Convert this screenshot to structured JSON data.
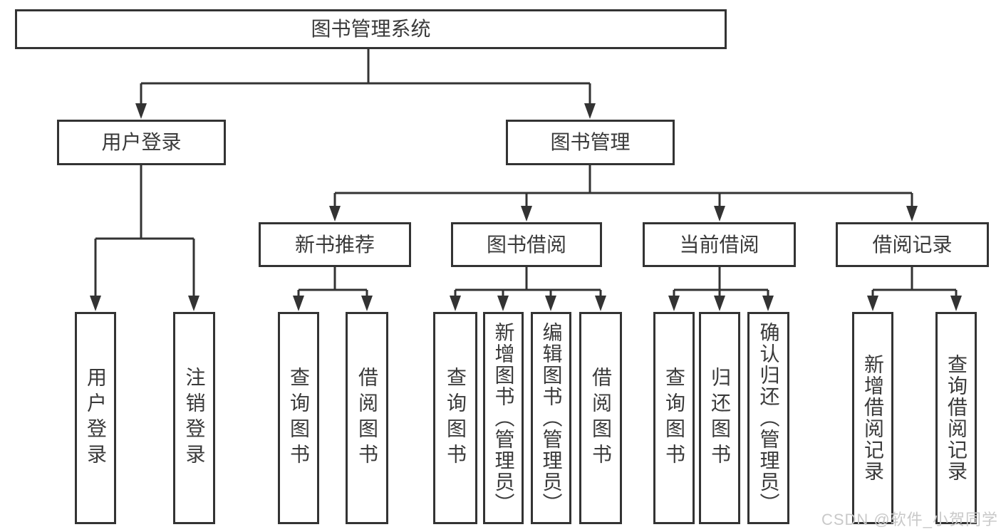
{
  "diagram": {
    "type": "hierarchy-tree",
    "root": {
      "label": "图书管理系统",
      "children": [
        {
          "label": "用户登录",
          "children": [
            {
              "label": "用户登录"
            },
            {
              "label": "注销登录"
            }
          ]
        },
        {
          "label": "图书管理",
          "children": [
            {
              "label": "新书推荐",
              "children": [
                {
                  "label": "查询图书"
                },
                {
                  "label": "借阅图书"
                }
              ]
            },
            {
              "label": "图书借阅",
              "children": [
                {
                  "label": "查询图书"
                },
                {
                  "label": "新增图书（管理员）"
                },
                {
                  "label": "编辑图书（管理员）"
                },
                {
                  "label": "借阅图书"
                }
              ]
            },
            {
              "label": "当前借阅",
              "children": [
                {
                  "label": "查询图书"
                },
                {
                  "label": "归还图书"
                },
                {
                  "label": "确认归还（管理员）"
                }
              ]
            },
            {
              "label": "借阅记录",
              "children": [
                {
                  "label": "新增借阅记录"
                },
                {
                  "label": "查询借阅记录"
                }
              ]
            }
          ]
        }
      ]
    },
    "colors": {
      "line": "#333333",
      "text": "#3a3a3a",
      "background": "#ffffff",
      "watermark": "#c9c9c9"
    }
  },
  "watermark": {
    "text": "CSDN @软件_小贺同学"
  }
}
